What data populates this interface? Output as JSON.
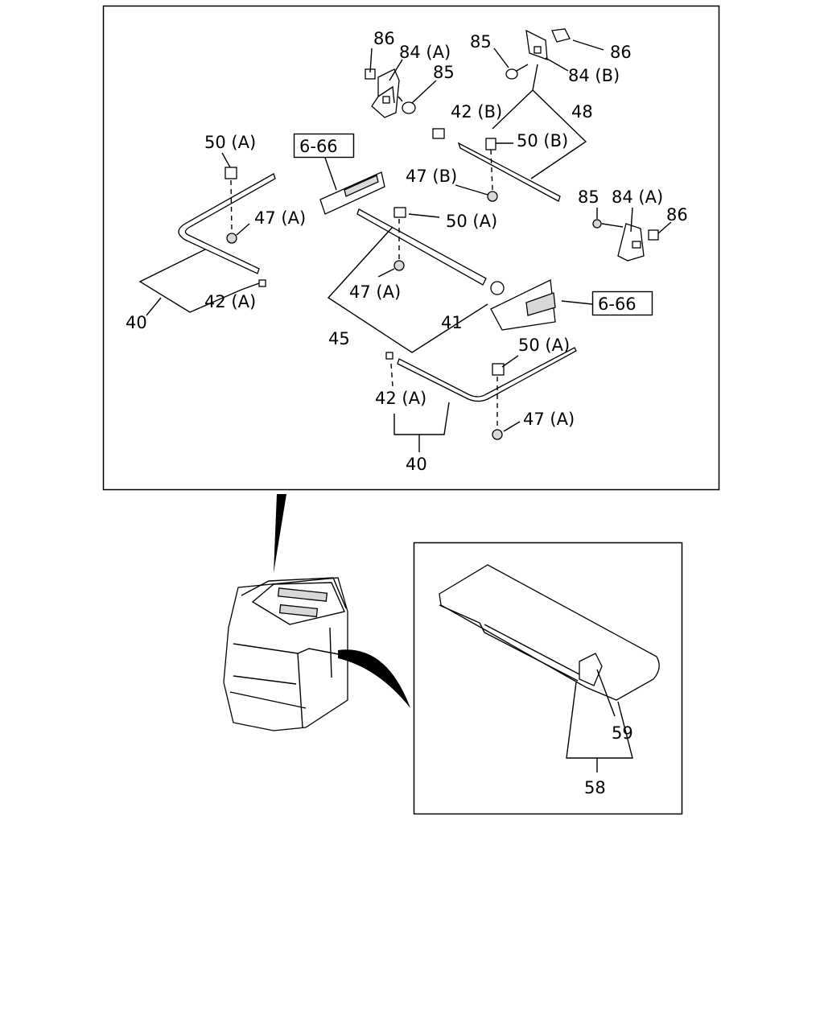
{
  "labels": {
    "l86a": "86",
    "l84a_top": "84 (A)",
    "l85a": "85",
    "l85b": "85",
    "l86b": "86",
    "l84b": "84 (B)",
    "l42b": "42 (B)",
    "l48": "48",
    "l50a_left": "50 (A)",
    "l666_top": "6-66",
    "l50b": "50 (B)",
    "l47b": "47 (B)",
    "l85c": "85",
    "l84a_right": "84 (A)",
    "l86c": "86",
    "l47a_left": "47 (A)",
    "l50a_mid": "50 (A)",
    "l42a_left": "42 (A)",
    "l40_left": "40",
    "l47a_mid": "47 (A)",
    "l666_right": "6-66",
    "l41": "41",
    "l45": "45",
    "l50a_bot": "50 (A)",
    "l42a_bot": "42 (A)",
    "l47a_bot": "47 (A)",
    "l40_bot": "40",
    "l59": "59",
    "l58": "58"
  }
}
